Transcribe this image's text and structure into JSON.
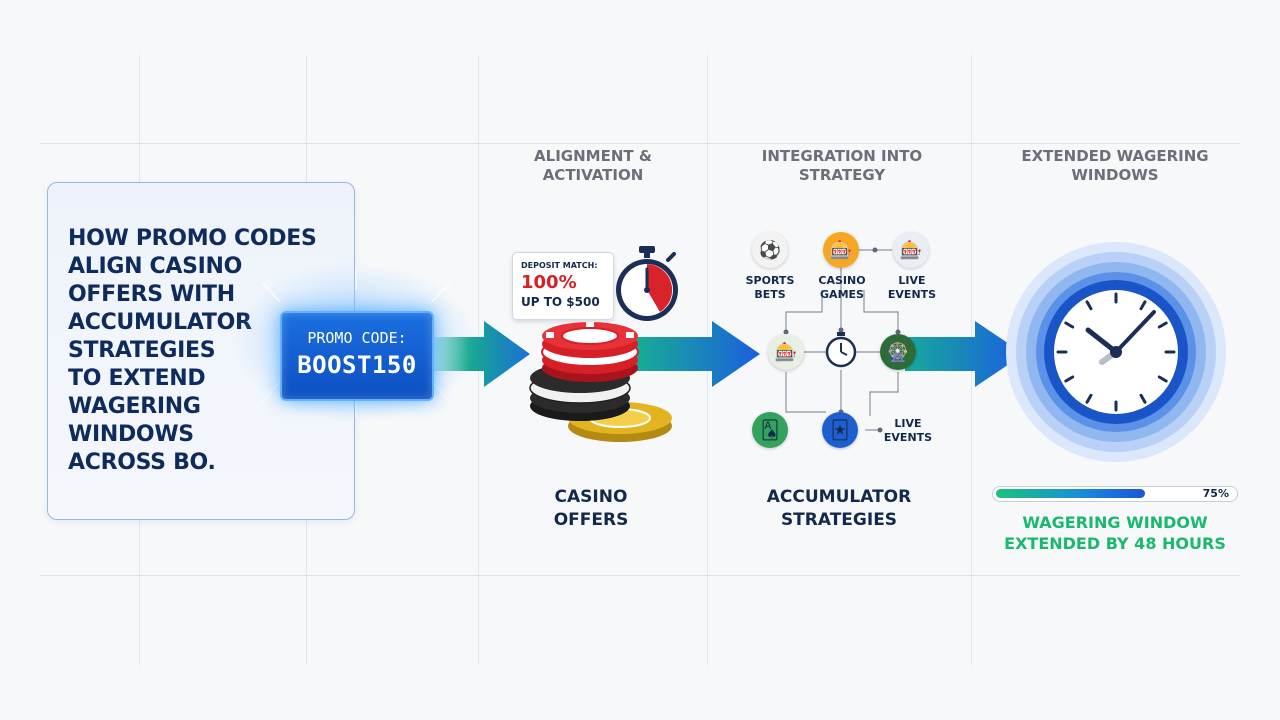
{
  "title": "HOW PROMO CODES\nALIGN CASINO\nOFFERS WITH\nACCUMULATOR\nSTRATEGIES\nTO EXTEND\nWAGERING\nWINDOWS\nACROSS BO.",
  "promo": {
    "label": "PROMO CODE:",
    "code": "BOOST150"
  },
  "columns": [
    {
      "heading": "ALIGNMENT &\nACTIVATION",
      "footer": "CASINO\nOFFERS"
    },
    {
      "heading": "INTEGRATION INTO\nSTRATEGY",
      "footer": "ACCUMULATOR\nSTRATEGIES"
    },
    {
      "heading": "EXTENDED WAGERING\nWINDOWS"
    }
  ],
  "ticket": {
    "line1": "DEPOSIT MATCH:",
    "line2": "100%",
    "line3": "UP TO $500"
  },
  "strategy_labels": {
    "sports": "SPORTS\nBETS",
    "casino": "CASINO\nGAMES",
    "live_top": "LIVE\nEVENTS",
    "live_bottom": "LIVE\nEVENTS"
  },
  "progress": {
    "value": 0.75,
    "label": "75%"
  },
  "extension_text": "WAGERING WINDOW\nEXTENDED BY 48 HOURS",
  "colors": {
    "navy": "#13294b",
    "accent_blue": "#1a6fe0",
    "accent_green": "#18b86e",
    "chip_red": "#d61f26"
  }
}
